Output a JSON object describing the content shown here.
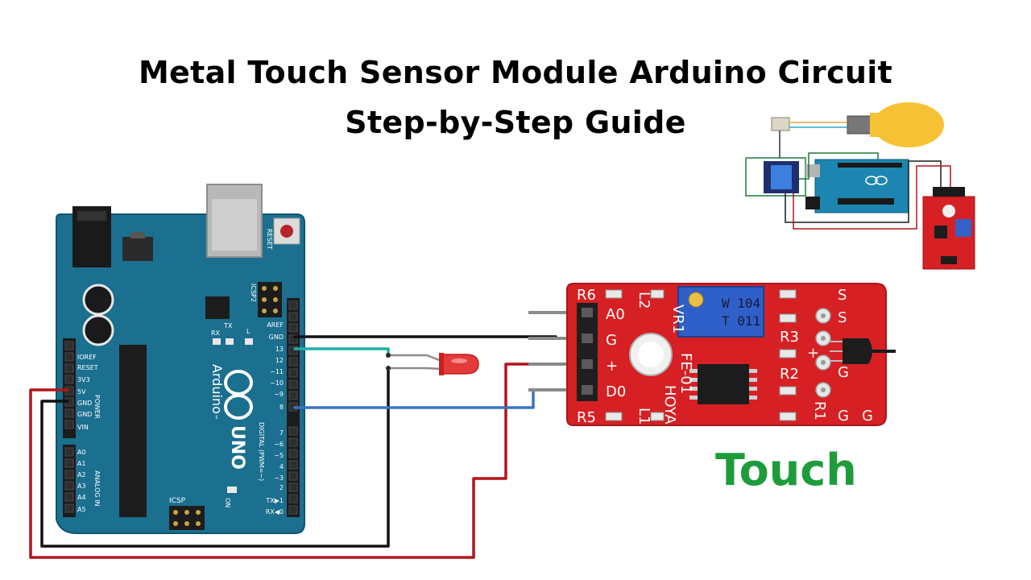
{
  "title": {
    "line1": "Metal Touch Sensor Module Arduino Circuit",
    "line2": "Step-by-Step Guide"
  },
  "caption": "Touch",
  "arduino": {
    "reset": "RESET",
    "icsp2": "ICSP2",
    "aref": "AREF",
    "gnd": "GND",
    "pin13": "13",
    "pin12": "12",
    "pin11": "~11",
    "pin10": "~10",
    "pin9": "~9",
    "pin8": "8",
    "pin7": "7",
    "pin6": "~6",
    "pin5": "~5",
    "pin4": "4",
    "pin3": "~3",
    "pin2": "2",
    "tx1": "TX▶1",
    "rx0": "RX◀0",
    "digital": "DIGITAL (PWM=~)",
    "tx": "TX",
    "rx": "RX",
    "l": "L",
    "brand": "Arduino",
    "tm": "™",
    "uno": "UNO",
    "on": "ON",
    "icsp": "ICSP",
    "ioref": "IOREF",
    "reset_hdr": "RESET",
    "v33": "3V3",
    "v5": "5V",
    "gnd1": "GND",
    "gnd2": "GND",
    "vin": "VIN",
    "power": "POWER",
    "a0": "A0",
    "a1": "A1",
    "a2": "A2",
    "a3": "A3",
    "a4": "A4",
    "a5": "A5",
    "analog_in": "ANALOG IN"
  },
  "module": {
    "r6": "R6",
    "a0": "A0",
    "g": "G",
    "plus": "+",
    "d0": "D0",
    "r5": "R5",
    "l2": "L2",
    "l1": "L1",
    "vr1": "VR1",
    "pot_code1": "W 104",
    "pot_code2": "T 011",
    "chip": "FE-01",
    "hoya": "HOYA",
    "r3": "R3",
    "r2": "R2",
    "r1": "R1",
    "s_top": "S",
    "s_mid": "S",
    "g_side": "G",
    "plus_side": "+",
    "g_bot": "G",
    "g_mid": "G"
  },
  "colors": {
    "board": "#1b6f8f",
    "module": "#d62024",
    "wire_gnd": "#111111",
    "wire_5v": "#b3141b",
    "wire_signal": "#3b73c2",
    "wire_led": "#1fb1a0",
    "caption": "#1e9c3c"
  }
}
